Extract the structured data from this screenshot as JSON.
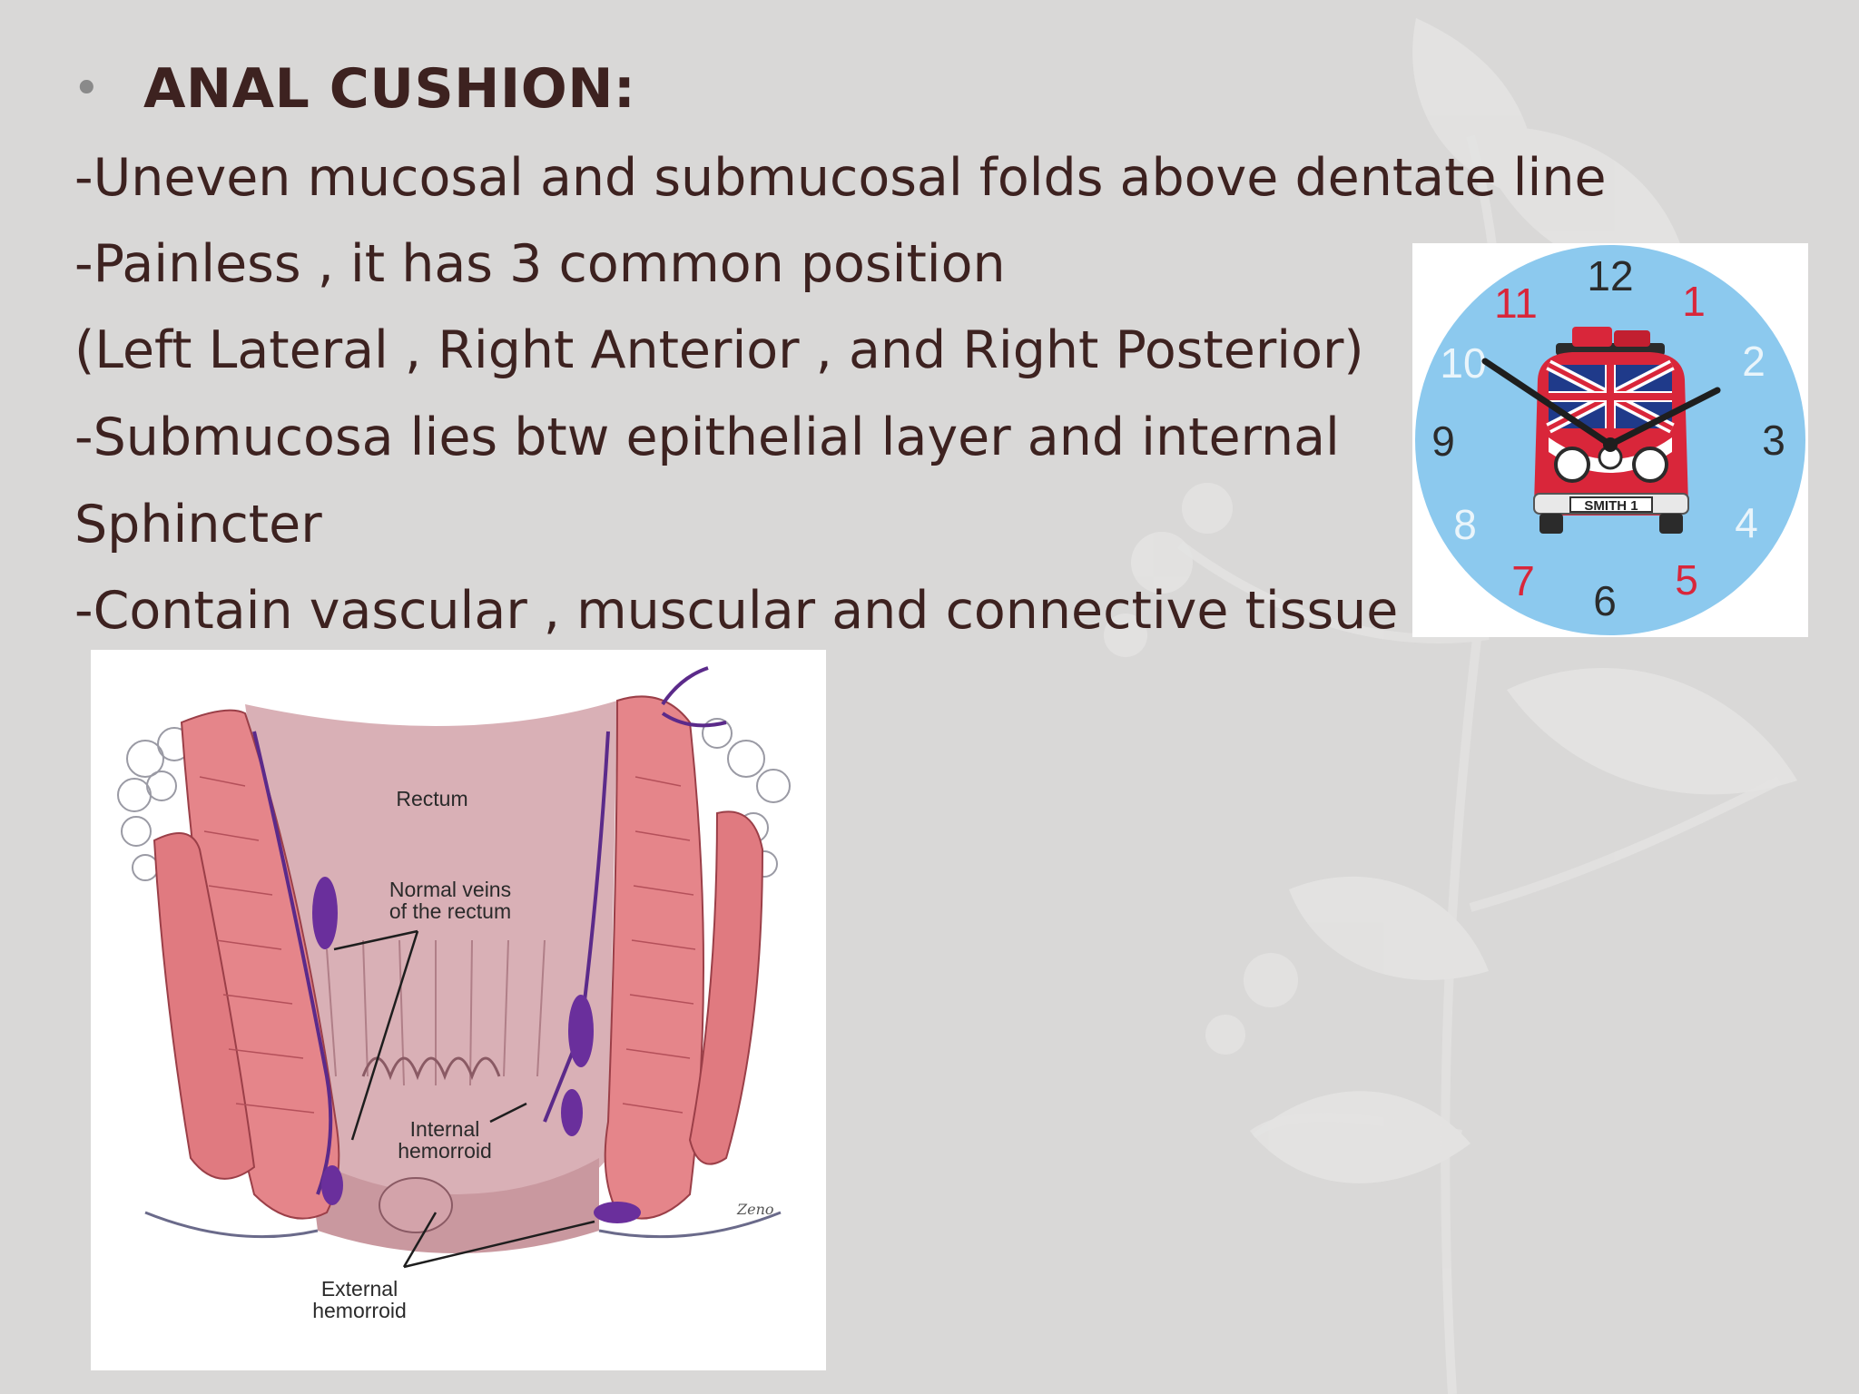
{
  "slide": {
    "bullet": "•",
    "title": "ANAL CUSHION:",
    "lines": [
      "-Uneven mucosal and submucosal folds above dentate line",
      "-Painless , it has 3 common position",
      "(Left Lateral , Right Anterior , and Right Posterior)",
      "-Submucosa lies btw epithelial layer and internal",
      "Sphincter",
      "-Contain vascular , muscular and connective tissue"
    ]
  },
  "clock": {
    "numbers": [
      "12",
      "1",
      "2",
      "3",
      "4",
      "5",
      "6",
      "7",
      "8",
      "9",
      "10",
      "11"
    ],
    "badge": "SMITH 1",
    "face_color": "#8cc9ee",
    "red_color": "#d9263a",
    "dark_color": "#2b2b2b",
    "light_color": "#eaf5fb"
  },
  "diagram": {
    "labels": {
      "rectum": "Rectum",
      "normal_veins_1": "Normal veins",
      "normal_veins_2": "of the rectum",
      "internal_1": "Internal",
      "internal_2": "hemorroid",
      "external_1": "External",
      "external_2": "hemorroid",
      "signature": "Zeno"
    }
  }
}
